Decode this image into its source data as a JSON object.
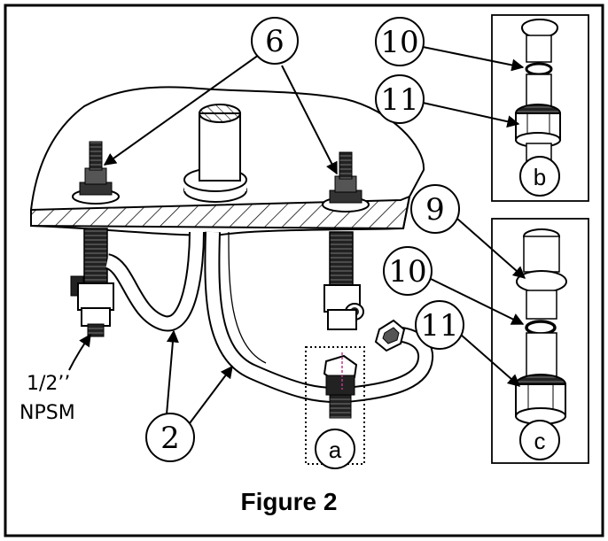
{
  "figure": {
    "title": "Figure 2",
    "callouts": {
      "part_6": "6",
      "part_10_top": "10",
      "part_11_top": "11",
      "part_9": "9",
      "part_10_bottom": "10",
      "part_11_bottom": "11",
      "part_2": "2"
    },
    "detail_labels": {
      "a": "a",
      "b": "b",
      "c": "c"
    },
    "thread_label": {
      "line1": "1/2’’",
      "line2": "NPSM"
    }
  }
}
